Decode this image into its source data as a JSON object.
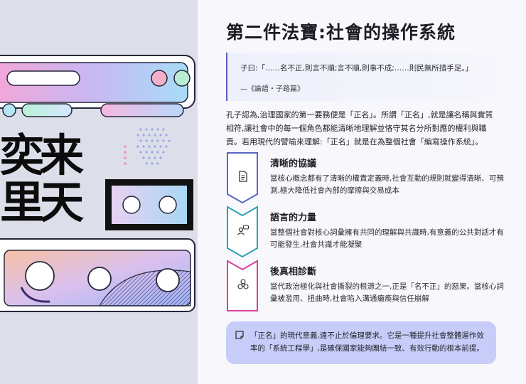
{
  "slide": {
    "title": "第二件法寶:社會的操作系統",
    "quote": {
      "text": "子曰:「……名不正,則言不順;言不順,則事不成;……則民無所措手足。」",
      "source": "—《論語・子路篇》"
    },
    "intro": "孔子認為,治理國家的第一要務便是「正名」。所謂「正名」,就是讓名稱與實質相符,讓社會中的每一個角色都能清晰地理解並恪守其名分所對應的權利與職責。若用現代的譬喻來理解:「正名」就是在為整個社會「編寫操作系統」。",
    "items": [
      {
        "heading": "清晰的協議",
        "body": "當核心概念都有了清晰的權責定義時,社會互動的規則就變得清晰、可預測,極大降低社會內部的摩擦與交易成本",
        "icon": "document-icon",
        "color": "#5966c4"
      },
      {
        "heading": "語言的力量",
        "body": "當整個社會對核心詞彙擁有共同的理解與共識時,有意義的公共對話才有可能發生,社會共識才能凝聚",
        "icon": "conversation-icon",
        "color": "#2aa3b3"
      },
      {
        "heading": "後真相診斷",
        "body": "當代政治極化與社會撕裂的根源之一,正是「名不正」的惡果。當核心詞彙被濫用、扭曲時,社會陷入溝通癱瘓與信任崩解",
        "icon": "biohazard-icon",
        "color": "#d8409c"
      }
    ],
    "callout": {
      "text": "「正名」的現代意義,遠不止於倫理要求。它是一種提升社會整體運作效率的「系統工程學」,是確保國家能夠團結一致、有效行動的根本前提。",
      "icon": "note-icon"
    }
  },
  "illustration": {
    "glyph_row1": "奕来",
    "glyph_row2": "里天"
  }
}
